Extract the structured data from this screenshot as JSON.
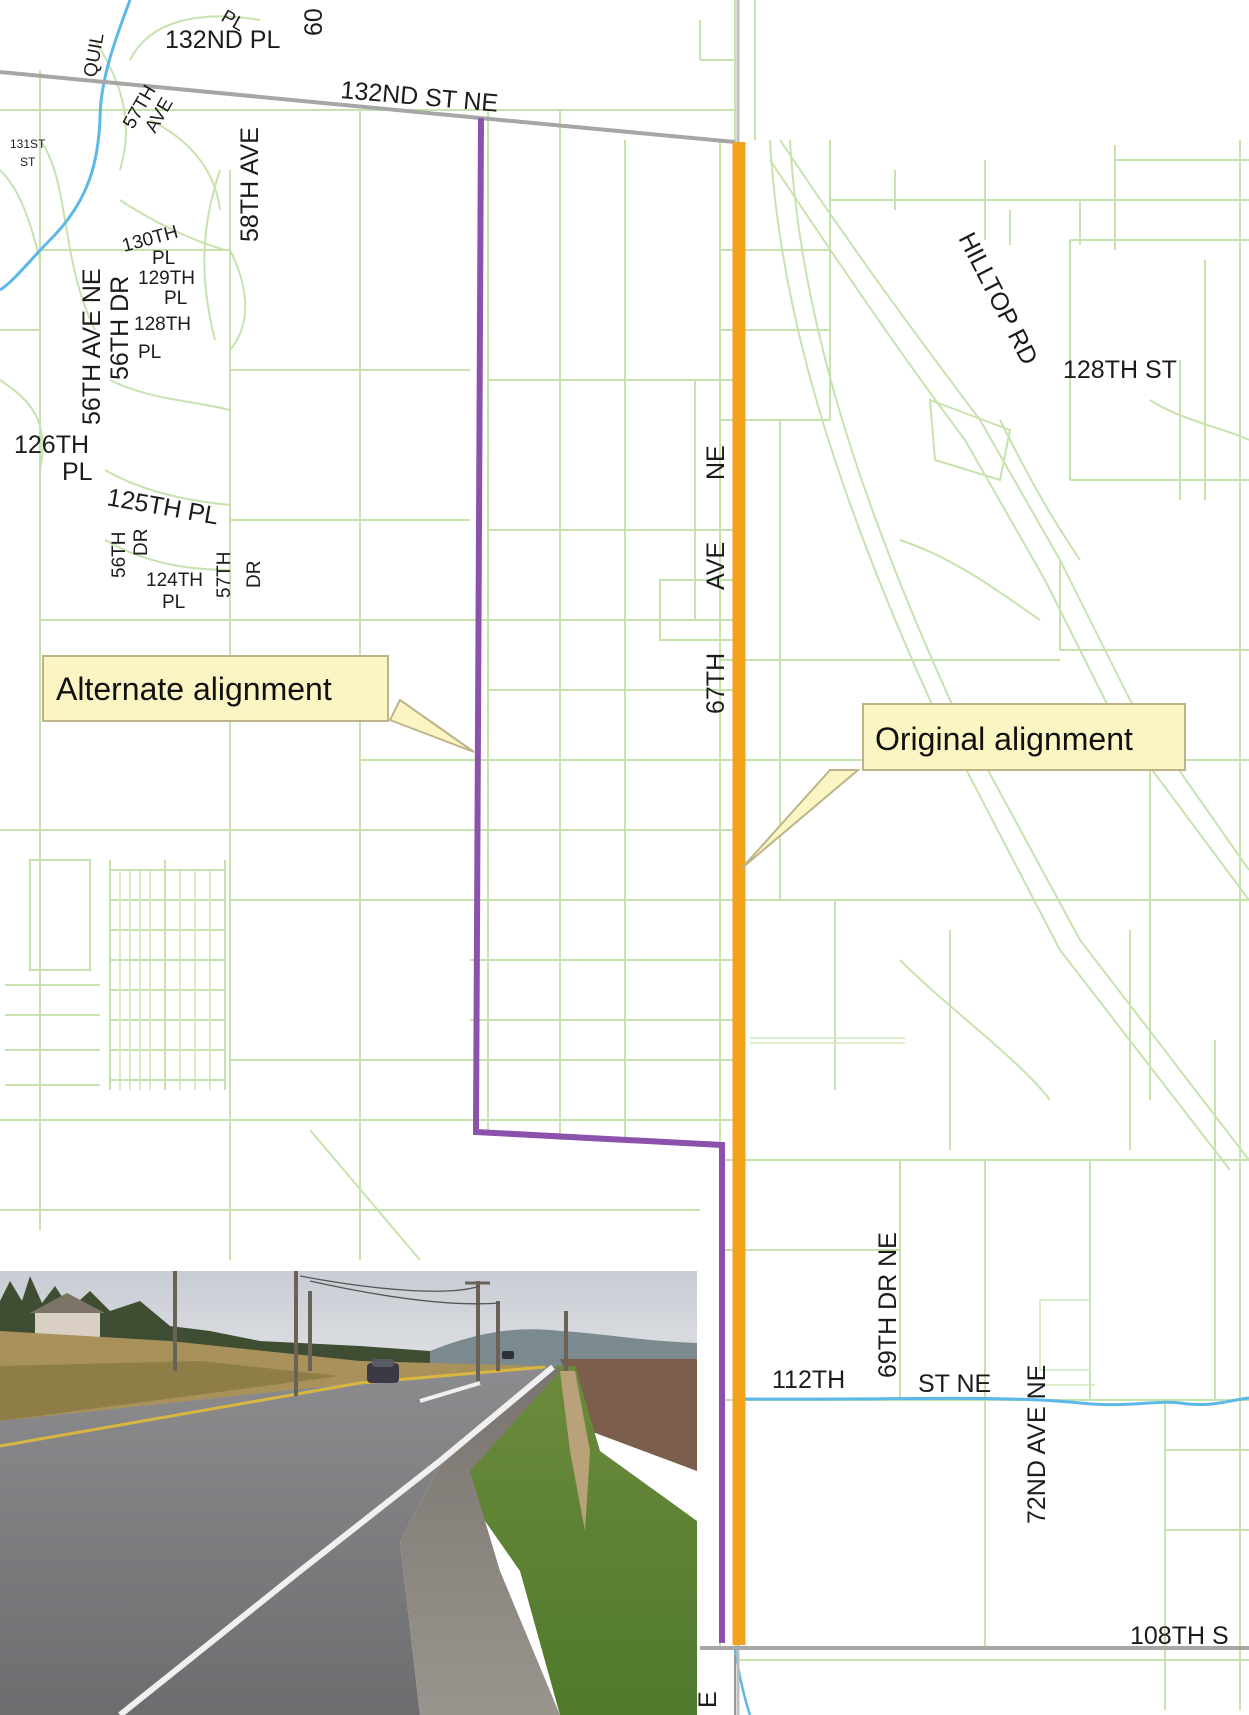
{
  "colors": {
    "alternate_route": "#8c51ac",
    "original_route": "#f3a21c",
    "parcel_lines": "#c6e3ad",
    "water": "#5cb8e6",
    "callout_fill": "#fbf5c4"
  },
  "callouts": {
    "alternate": "Alternate alignment",
    "original": "Original alignment"
  },
  "streets": {
    "s132nd_st_ne": "132ND ST NE",
    "s132nd_pl": "132ND PL",
    "s60": "60",
    "quil": "QUIL",
    "pl_top": "PL",
    "s131st": "131ST",
    "s131st_st": "ST",
    "s57th": "57TH",
    "s57th_ave": "AVE",
    "s58th_ave": "58TH AVE",
    "s56th_ave_ne": "56TH AVE  NE",
    "s56th_dr": "56TH DR",
    "s130th": "130TH",
    "s130th_pl": "PL",
    "s129th": "129TH",
    "s129th_pl": "PL",
    "s128th": "128TH",
    "s128th_pl": "PL",
    "s126th": "126TH",
    "s126th_pl": "PL",
    "s125th_pl": "125TH PL",
    "s56th_b": "56TH",
    "s56th_b_dr": "DR",
    "s124th": "124TH",
    "s124th_pl": "PL",
    "s57th_b": "57TH",
    "s57th_b_dr": "DR",
    "s67th_ave": "67TH",
    "s67th_ave_mid": "AVE",
    "s67th_ave_ne": "NE",
    "hilltop_rd": "HILLTOP RD",
    "s128th_st": "128TH ST",
    "s69th_dr_ne": "69TH DR NE",
    "s112th": "112TH",
    "s112th_st_ne": "ST  NE",
    "s72nd_ave_ne": "72ND AVE NE",
    "s108th": "108TH  S",
    "bottom_e": "E"
  },
  "photo": {
    "subject": "rural two-lane road photo"
  }
}
